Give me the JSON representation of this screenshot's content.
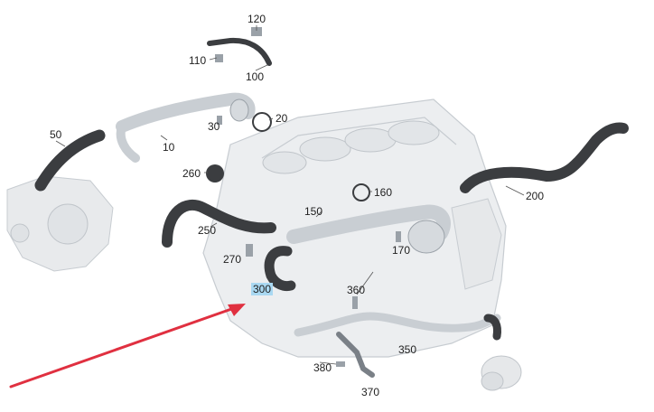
{
  "diagram": {
    "labels": [
      {
        "id": "p120",
        "text": "120"
      },
      {
        "id": "p110",
        "text": "110"
      },
      {
        "id": "p100",
        "text": "100"
      },
      {
        "id": "p30",
        "text": "30"
      },
      {
        "id": "p20",
        "text": "20"
      },
      {
        "id": "p50",
        "text": "50"
      },
      {
        "id": "p10",
        "text": "10"
      },
      {
        "id": "p260",
        "text": "260"
      },
      {
        "id": "p160",
        "text": "160"
      },
      {
        "id": "p200",
        "text": "200"
      },
      {
        "id": "p150",
        "text": "150"
      },
      {
        "id": "p250",
        "text": "250"
      },
      {
        "id": "p170",
        "text": "170"
      },
      {
        "id": "p270",
        "text": "270"
      },
      {
        "id": "p300",
        "text": "300",
        "highlighted": true
      },
      {
        "id": "p360",
        "text": "360"
      },
      {
        "id": "p350",
        "text": "350"
      },
      {
        "id": "p380",
        "text": "380"
      },
      {
        "id": "p370",
        "text": "370"
      }
    ],
    "colors": {
      "hose": "#3b3d40",
      "metal": "#c9ced3",
      "block": "#eceef0",
      "outline": "#9aa1a8",
      "arrow": "#e03040",
      "highlight": "#a9d8f2"
    }
  }
}
